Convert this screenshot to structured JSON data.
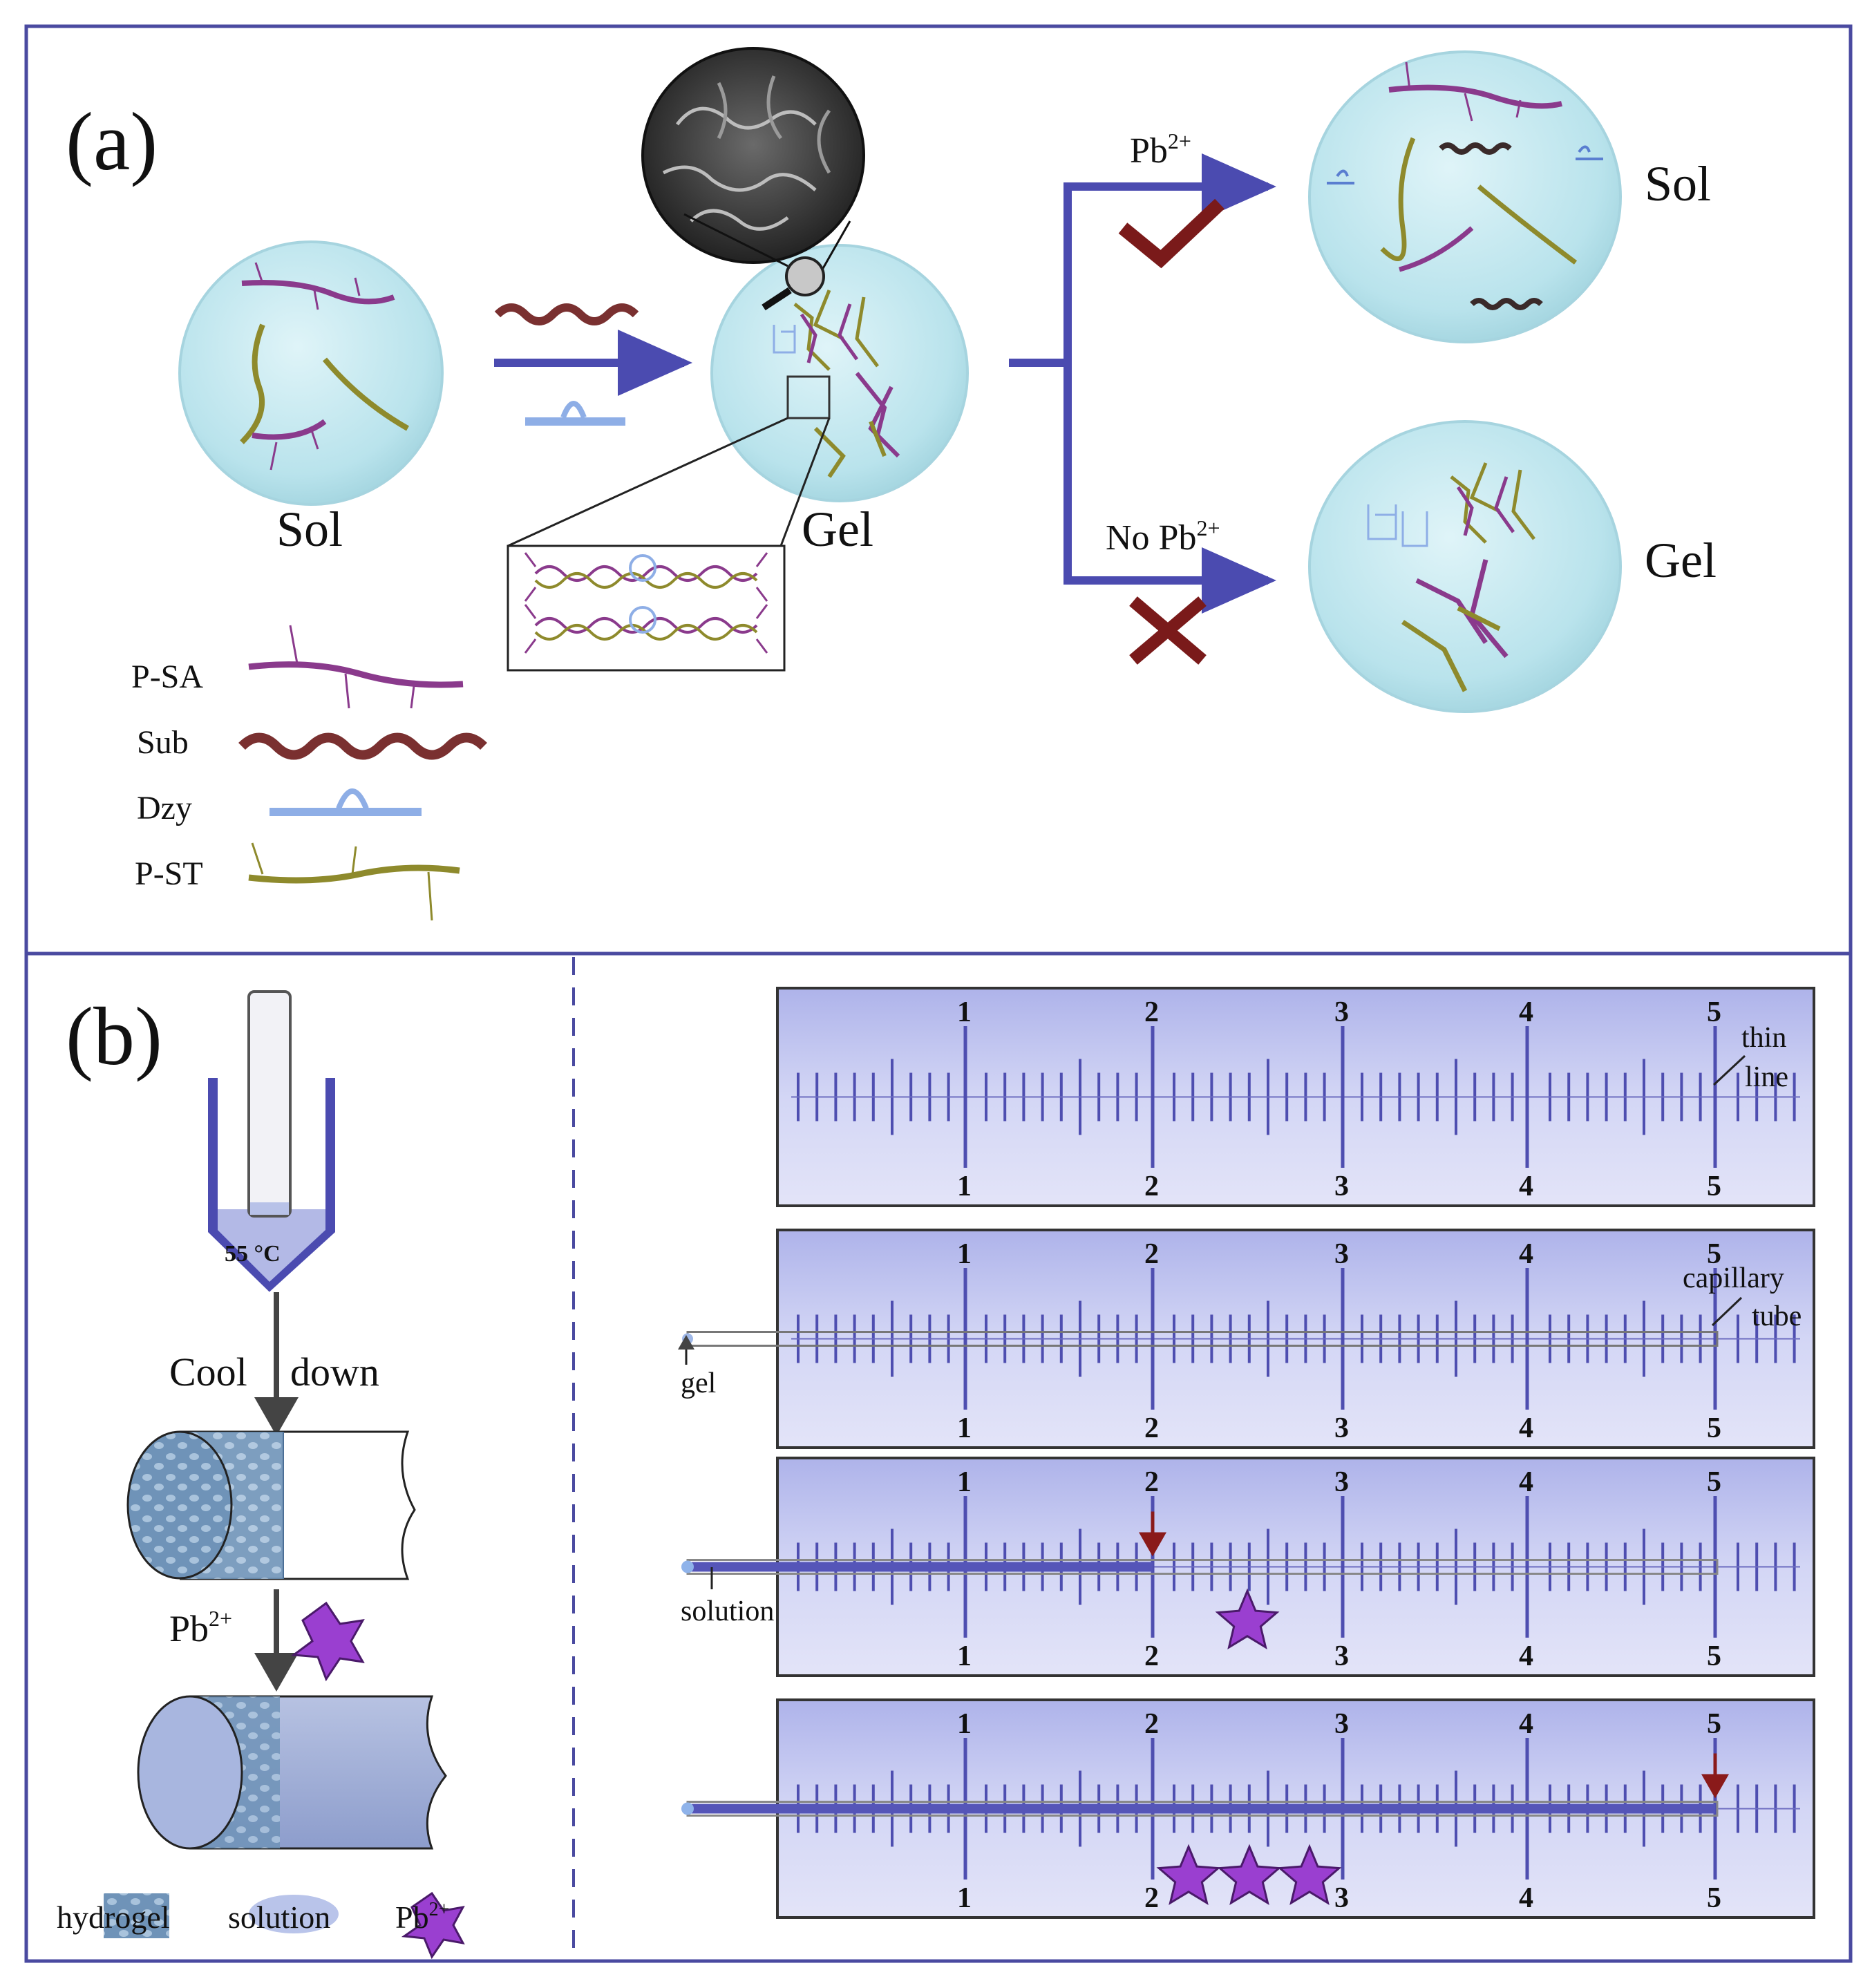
{
  "panel_a": {
    "label": "(a)",
    "sol_left_label": "Sol",
    "gel_center_label": "Gel",
    "branch_top": {
      "condition": "Pb",
      "condition_sup": "2+",
      "result": "Sol",
      "mark": "check-icon"
    },
    "branch_bottom": {
      "condition": "No Pb",
      "condition_sup": "2+",
      "result": "Gel",
      "mark": "cross-icon"
    },
    "legend": [
      {
        "label": "P-SA",
        "color": "#8a3a8c"
      },
      {
        "label": "Sub",
        "color": "#8a3a3a"
      },
      {
        "label": "Dzy",
        "color": "#8eaee6"
      },
      {
        "label": "P-ST",
        "color": "#8e8a2c"
      }
    ]
  },
  "panel_b": {
    "label": "(b)",
    "bath_temp": "55 °C",
    "cool_down": [
      "Cool",
      "down"
    ],
    "pb_label": "Pb",
    "pb_sup": "2+",
    "legend": {
      "hydrogel": "hydrogel",
      "solution": "solution",
      "pb": "Pb",
      "pb_sup": "2+"
    },
    "ruler_ticks": [
      "1",
      "2",
      "3",
      "4",
      "5"
    ],
    "ruler1_annotation": [
      "thin",
      "line"
    ],
    "ruler2_annotation": [
      "capillary",
      "tube"
    ],
    "ruler2_gel_label": "gel",
    "ruler3_solution_label": "solution"
  },
  "colors": {
    "frame": "#4a4aa0",
    "sphere": "#bfe6ee",
    "arrow": "#4b4bb0",
    "mark_red": "#7a1a1a",
    "ruler_bg": "#c9cdf2",
    "ruler_tick": "#4e4eb0"
  }
}
